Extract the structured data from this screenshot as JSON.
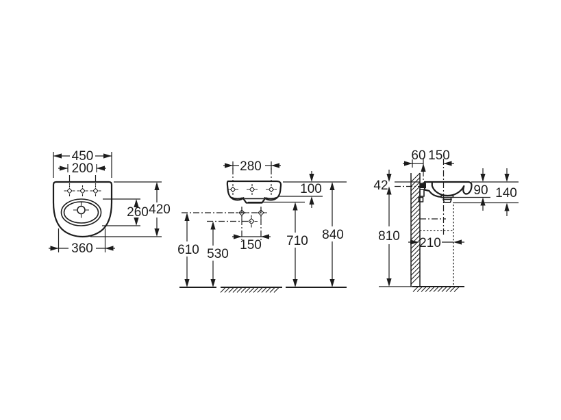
{
  "drawing": {
    "title": "Wall-hung washbasin dimensional drawing",
    "background_color": "#ffffff",
    "line_color": "#1c1c1c",
    "views": {
      "top_view": {
        "dims": {
          "overall_width": "450",
          "tap_hole_spacing": "200",
          "bowl_length": "260",
          "overall_depth": "420",
          "bottom_width": "360"
        }
      },
      "front_view": {
        "dims": {
          "tap_hole_spacing": "280",
          "basin_height": "100",
          "fixing_hole_spacing": "150",
          "fixing_hole_height": "610",
          "drain_outlet_height": "530",
          "underside_height": "710",
          "rim_height": "840"
        }
      },
      "side_view": {
        "dims": {
          "wall_to_tap_hole": "60",
          "tap_hole_to_drain": "150",
          "rim_to_fixing_offset": "42",
          "rim_to_overflow_depth": "90",
          "rim_to_front_apron": "140",
          "fixing_height": "810",
          "drain_wall_offset": "210"
        }
      }
    }
  }
}
